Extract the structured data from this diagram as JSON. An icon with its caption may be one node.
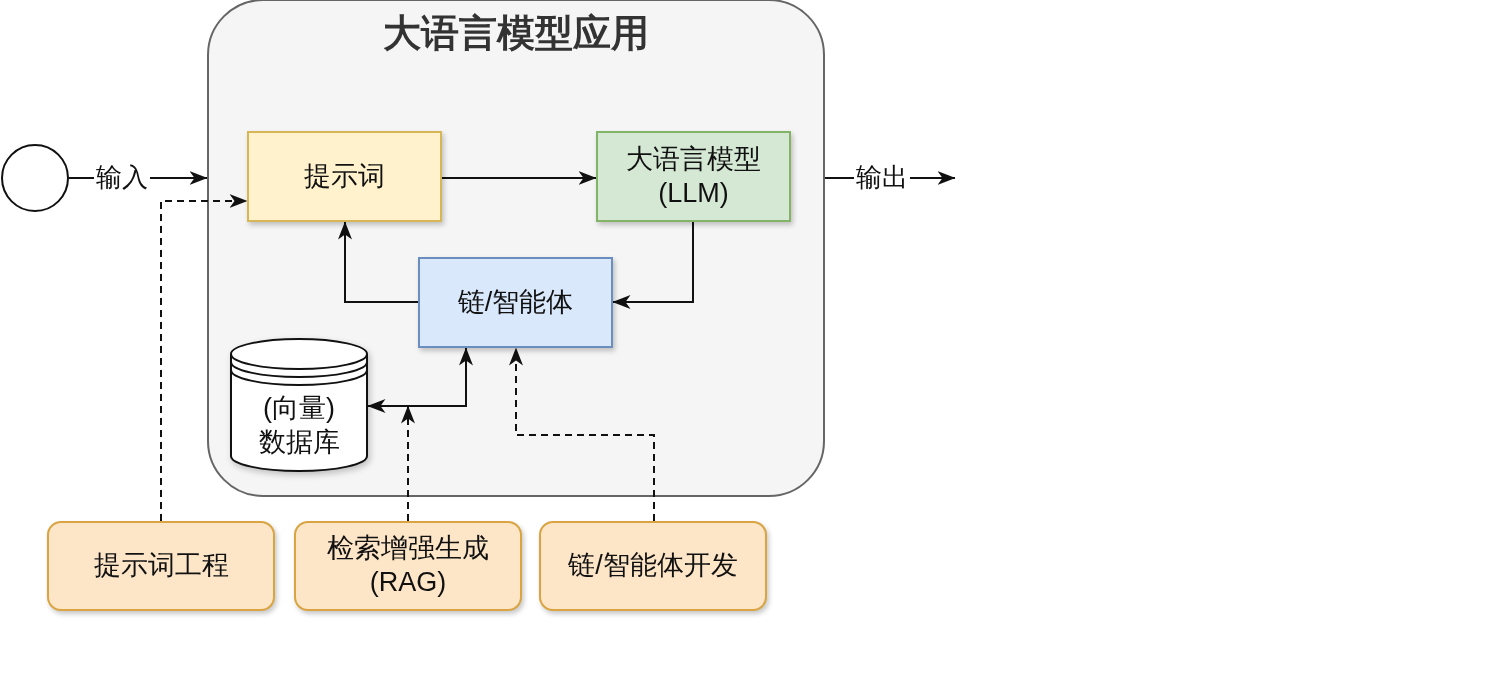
{
  "diagram": {
    "nodes": [
      {
        "text": [
          "大语言模型应用"
        ]
      },
      {
        "text": [],
        "shape": "circle"
      },
      {
        "text": [
          "提示词"
        ],
        "in": 0
      },
      {
        "text": [
          "大语言模型(LLM)"
        ],
        "in": 0
      },
      {
        "text": [
          "链/智能体"
        ],
        "in": 0
      },
      {
        "text": [
          "(向量)数据库"
        ],
        "in": 0
      },
      {
        "text": [
          "提示词工程"
        ]
      },
      {
        "text": [
          "检索增强生成(RAG)"
        ]
      },
      {
        "text": [
          "链/智能体开发"
        ]
      }
    ],
    "edges": [
      {
        "from": 1,
        "to": 0,
        "arrow": "to",
        "label": "输入"
      },
      {
        "from": 0,
        "to": null,
        "arrow": "to",
        "label": "输出"
      },
      {
        "from": 2,
        "to": 3,
        "arrow": "to"
      },
      {
        "from": 3,
        "to": 4,
        "arrow": "to"
      },
      {
        "from": 4,
        "to": 2,
        "arrow": "to"
      },
      {
        "from": 5,
        "to": 4,
        "arrow": "both"
      },
      {
        "from": 6,
        "to": 2,
        "arrow": "to",
        "style": "dashed"
      },
      {
        "from": 7,
        "to": null,
        "arrow": "to",
        "style": "dashed"
      },
      {
        "from": 8,
        "to": 4,
        "arrow": "to",
        "style": "dashed"
      }
    ]
  }
}
